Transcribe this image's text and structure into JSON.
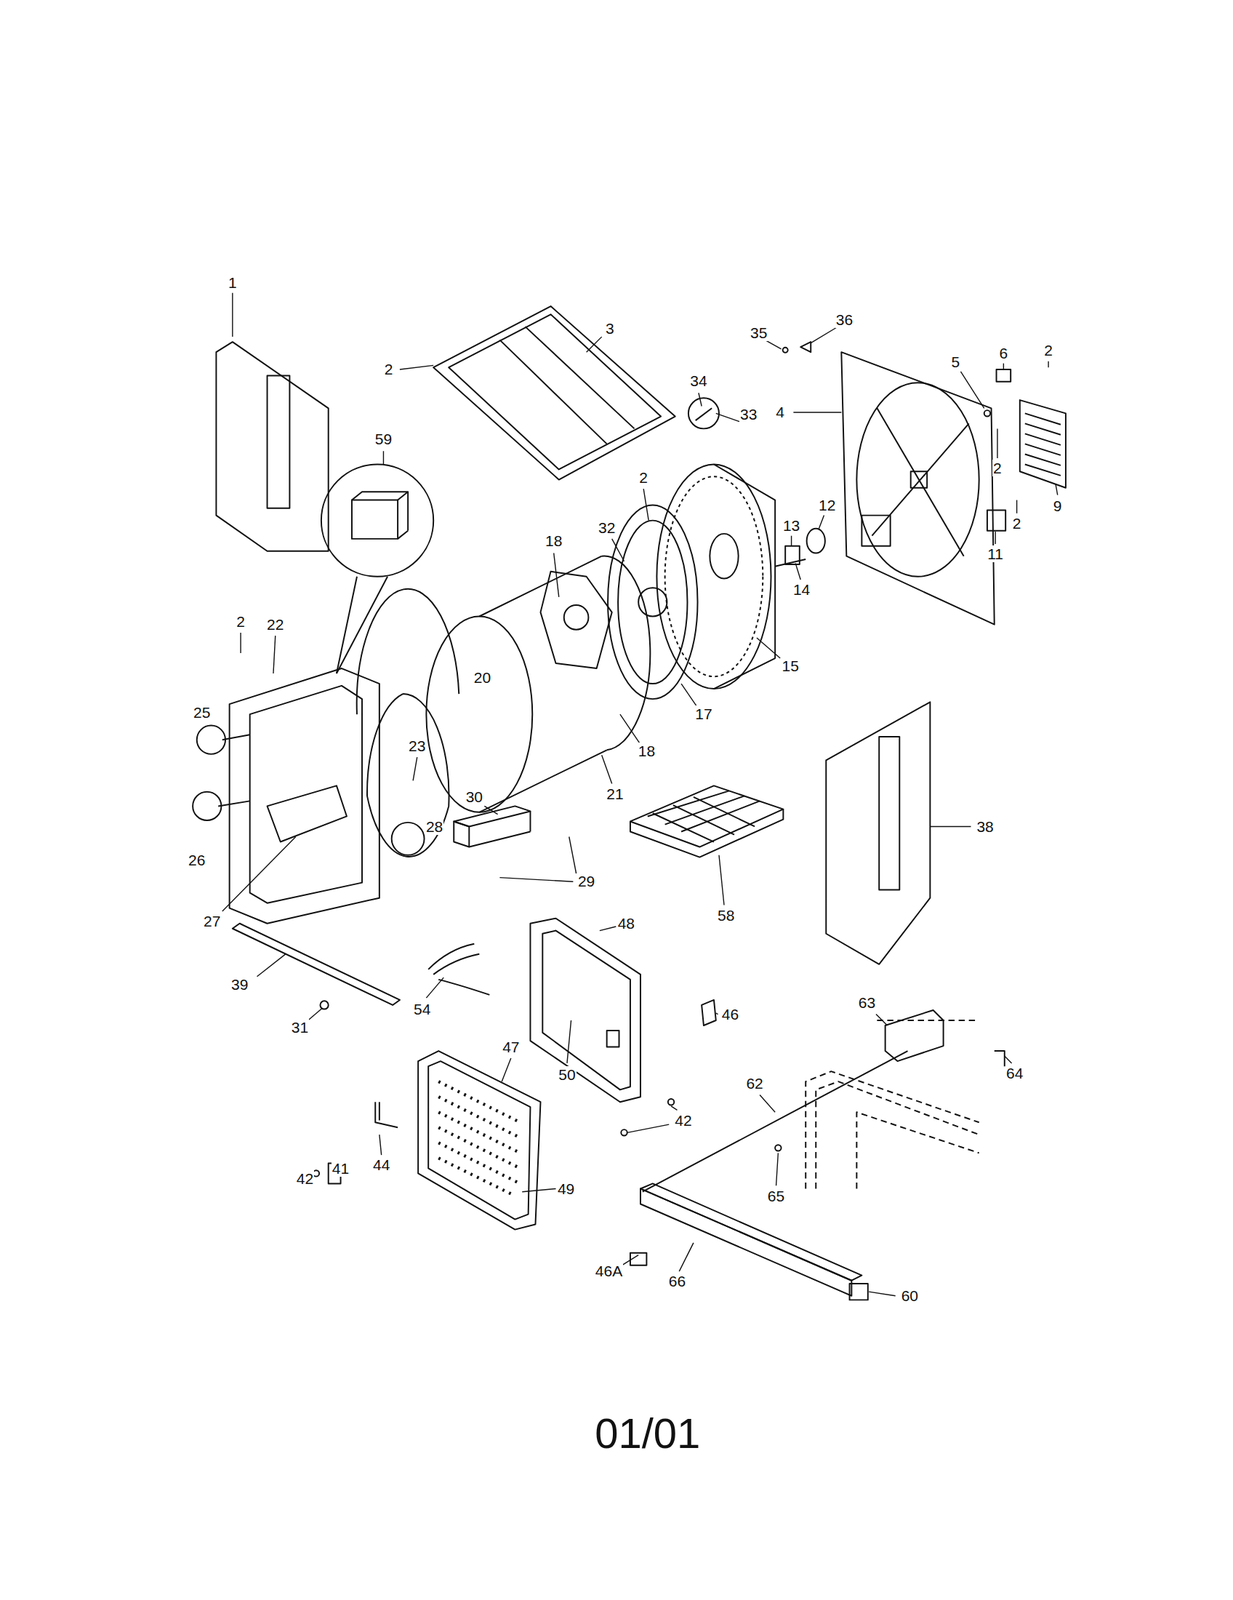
{
  "diagram": {
    "caption": "01/01",
    "labels": [
      "1",
      "3",
      "2",
      "59",
      "34",
      "33",
      "35",
      "36",
      "5",
      "6",
      "2",
      "4",
      "2",
      "32",
      "18",
      "13",
      "12",
      "2",
      "9",
      "2",
      "11",
      "14",
      "15",
      "17",
      "18",
      "20",
      "2",
      "22",
      "25",
      "23",
      "21",
      "38",
      "30",
      "28",
      "29",
      "26",
      "27",
      "58",
      "48",
      "39",
      "46",
      "54",
      "31",
      "50",
      "63",
      "64",
      "47",
      "62",
      "42",
      "42",
      "41",
      "44",
      "49",
      "65",
      "46A",
      "66",
      "60"
    ]
  }
}
